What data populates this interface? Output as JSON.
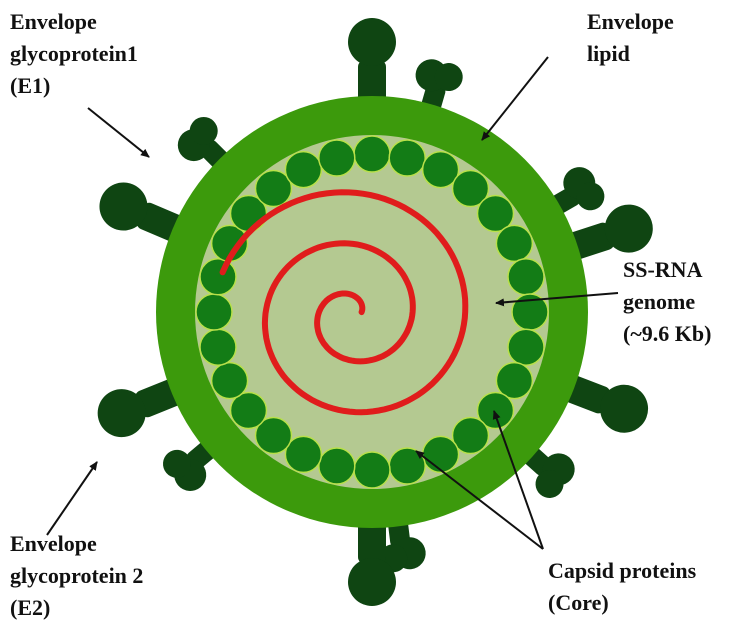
{
  "colors": {
    "envelope_lipid": "#3c9a0c",
    "interior": "#b4c991",
    "capsid_fill": "#137c16",
    "capsid_stroke": "#b8e04a",
    "glycoprotein": "#0f4512",
    "rna": "#e01c1c",
    "arrow": "#111111"
  },
  "labels": {
    "e1": [
      "Envelope",
      "glycoprotein1",
      "(E1)"
    ],
    "lipid": [
      "Envelope",
      "lipid"
    ],
    "rna": [
      "SS-RNA",
      "genome",
      "(~9.6 Kb)"
    ],
    "e2": [
      "Envelope",
      "glycoprotein 2",
      "(E2)"
    ],
    "capsid": [
      "Capsid proteins",
      "(Core)"
    ]
  }
}
